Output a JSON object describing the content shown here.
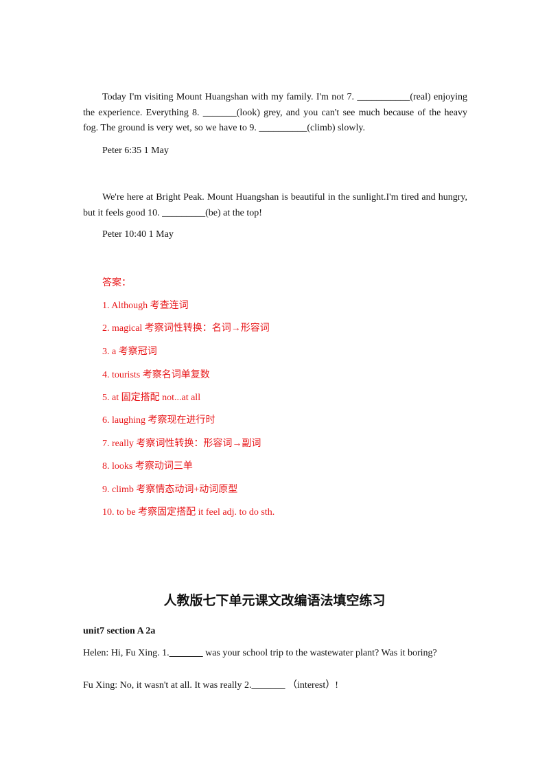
{
  "passages": [
    {
      "text": "Today I'm visiting Mount Huangshan with my family. I'm not 7. ___________(real) enjoying the experience. Everything 8. _______(look) grey, and you can't see much because of the heavy fog. The ground is very wet, so we have to 9. __________(climb) slowly.",
      "signature": "Peter 6:35 1 May"
    },
    {
      "text": "We're here at Bright Peak. Mount Huangshan is beautiful in the sunlight.I'm tired and hungry, but it feels good 10. _________(be) at the top!",
      "signature": "Peter 10:40 1 May"
    }
  ],
  "answers": {
    "heading": "答案：",
    "items": [
      "1. Although 考查连词",
      "2. magical 考察词性转换：名词→形容词",
      "3. a 考察冠词",
      "4. tourists 考察名词单复数",
      "5. at  固定搭配 not...at all",
      "6. laughing 考察现在进行时",
      "7. really 考察词性转换：形容词→副词",
      "8. looks 考察动词三单",
      "9. climb 考察情态动词+动词原型",
      "10. to be 考察固定搭配 it feel adj. to do sth."
    ]
  },
  "section": {
    "title": "人教版七下单元课文改编语法填空练习",
    "subheading": "unit7 section A 2a",
    "lines": [
      {
        "before": "Helen: Hi, Fu Xing. 1.",
        "blank": "_______",
        "after": "  was your school trip to the wastewater plant? Was it boring?"
      },
      {
        "before": "Fu Xing: No, it wasn't at all. It was really 2.",
        "blank": "_______",
        "after": "  （interest）!"
      }
    ]
  },
  "colors": {
    "text": "#111111",
    "answer": "#e8171a"
  }
}
